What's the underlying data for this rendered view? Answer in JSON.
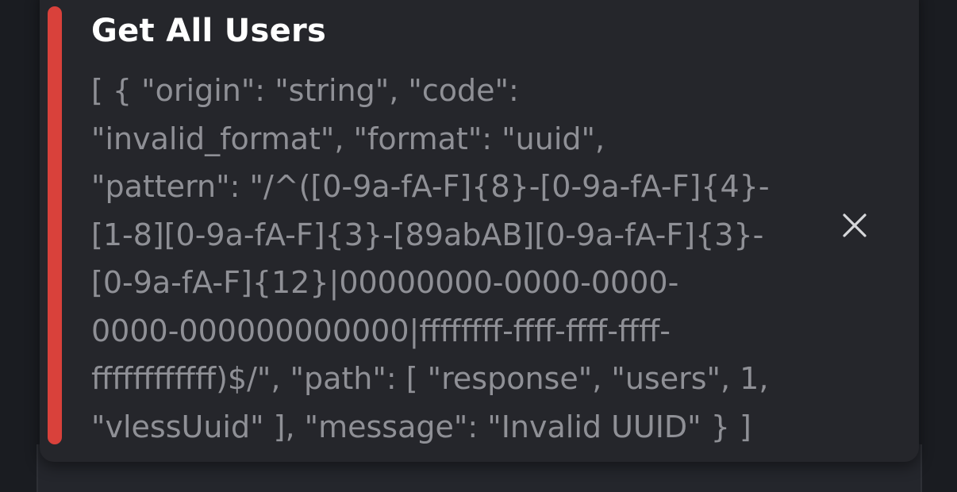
{
  "notification": {
    "title": "Get All Users",
    "message_lines": [
      "[ { \"origin\": \"string\", \"code\":",
      "\"invalid_format\", \"format\": \"uuid\",",
      "\"pattern\": \"/^([0-9a-fA-F]{8}-[0-9a-fA-F]{4}-",
      "[1-8][0-9a-fA-F]{3}-[89abAB][0-9a-fA-F]{3}-",
      "[0-9a-fA-F]{12}|00000000-0000-0000-",
      "0000-000000000000|ffffffff-ffff-ffff-ffff-",
      "ffffffffffff)$/\", \"path\": [ \"response\", \"users\", 1,",
      "\"vlessUuid\" ], \"message\": \"Invalid UUID\" } ]"
    ],
    "close_icon": "close-icon",
    "accent_color": "#d9413b"
  }
}
